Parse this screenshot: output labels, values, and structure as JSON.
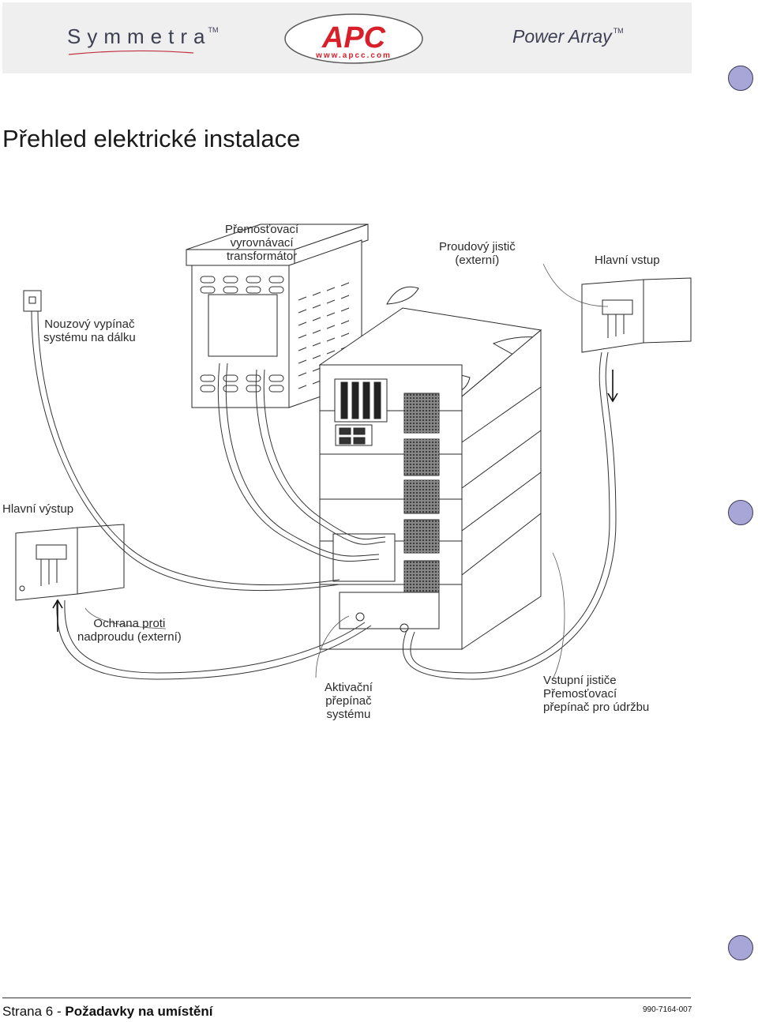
{
  "header": {
    "brand_left": "Symmetra",
    "brand_left_tm": "TM",
    "logo_text": "APC",
    "logo_url": "www.apcc.com",
    "brand_right": "Power Array",
    "brand_right_tm": "TM"
  },
  "page_title": "Přehled elektrické instalace",
  "labels": {
    "bypass_transformer": [
      "Přemosťovací",
      "vyrovnávací",
      "transformátor"
    ],
    "current_breaker": [
      "Proudový jistič",
      "(externí)"
    ],
    "main_input": "Hlavní vstup",
    "emergency_switch": [
      "Nouzový vypínač",
      "systému na dálku"
    ],
    "main_output": "Hlavní výstup",
    "overcurrent": [
      "Ochrana proti",
      "nadproudu (externí)"
    ],
    "activation_switch": [
      "Aktivační",
      "přepínač",
      "systému"
    ],
    "input_breakers": [
      "Vstupní jističe",
      "Přemosťovací",
      "přepínač pro údržbu"
    ]
  },
  "footer": {
    "page_prefix": "Strana 6 - ",
    "section": "Požadavky na umístění",
    "doc_number": "990-7164-007"
  },
  "colors": {
    "header_bg": "#efefef",
    "logo_red": "#d9202a",
    "side_dot": "#a8a6d6"
  }
}
